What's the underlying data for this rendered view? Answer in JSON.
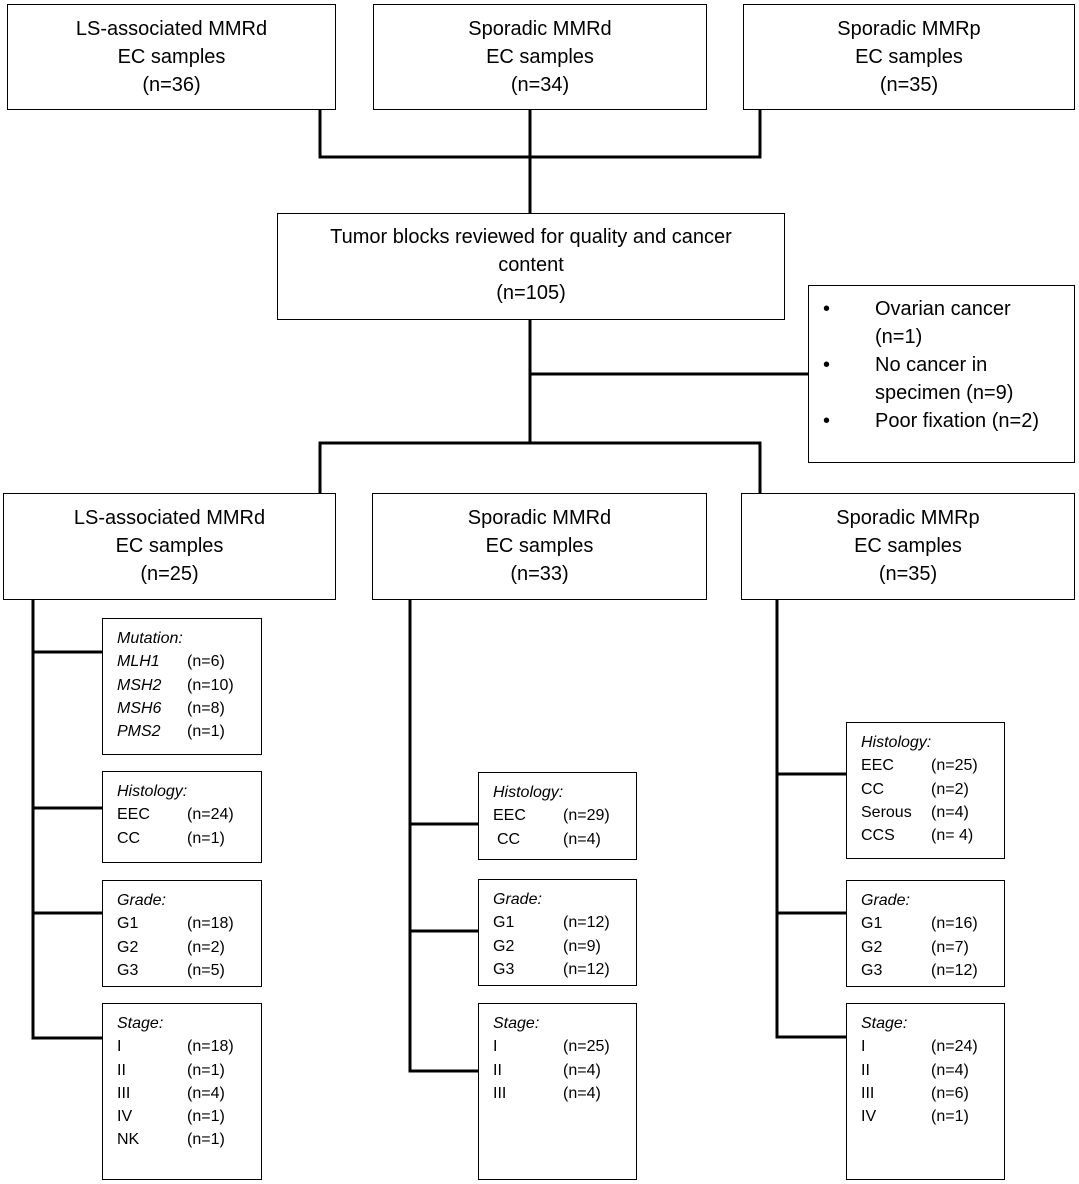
{
  "top": [
    {
      "title": "LS-associated MMRd",
      "sub": "EC samples",
      "n": "(n=36)"
    },
    {
      "title": "Sporadic MMRd",
      "sub": "EC samples",
      "n": "(n=34)"
    },
    {
      "title": "Sporadic MMRp",
      "sub": "EC samples",
      "n": "(n=35)"
    }
  ],
  "review": {
    "line1": "Tumor blocks reviewed for quality and cancer",
    "line2": "content",
    "n": "(n=105)"
  },
  "exclusions": [
    {
      "a": "Ovarian cancer",
      "b": "(n=1)"
    },
    {
      "a": "No cancer in",
      "b": "specimen (n=9)"
    },
    {
      "a": "Poor fixation (n=2)",
      "b": ""
    }
  ],
  "groups": [
    {
      "title": "LS-associated MMRd",
      "sub": "EC samples",
      "n": "(n=25)"
    },
    {
      "title": "Sporadic MMRd",
      "sub": "EC samples",
      "n": "(n=33)"
    },
    {
      "title": "Sporadic MMRp",
      "sub": "EC samples",
      "n": "(n=35)"
    }
  ],
  "ls": {
    "mutation": {
      "header": "Mutation:",
      "rows": [
        {
          "k": "MLH1",
          "v": "(n=6)"
        },
        {
          "k": "MSH2",
          "v": "(n=10)"
        },
        {
          "k": "MSH6",
          "v": "(n=8)"
        },
        {
          "k": "PMS2",
          "v": "(n=1)"
        }
      ]
    },
    "histology": {
      "header": "Histology:",
      "rows": [
        {
          "k": "EEC",
          "v": "(n=24)"
        },
        {
          "k": "CC",
          "v": "(n=1)"
        }
      ]
    },
    "grade": {
      "header": "Grade:",
      "rows": [
        {
          "k": "G1",
          "v": "(n=18)"
        },
        {
          "k": "G2",
          "v": "(n=2)"
        },
        {
          "k": "G3",
          "v": "(n=5)"
        }
      ]
    },
    "stage": {
      "header": "Stage:",
      "rows": [
        {
          "k": "I",
          "v": "(n=18)"
        },
        {
          "k": "II",
          "v": "(n=1)"
        },
        {
          "k": "III",
          "v": "(n=4)"
        },
        {
          "k": "IV",
          "v": "(n=1)"
        },
        {
          "k": "NK",
          "v": "(n=1)"
        }
      ]
    }
  },
  "smmrd": {
    "histology": {
      "header": "Histology:",
      "rows": [
        {
          "k": "EEC",
          "v": "(n=29)"
        },
        {
          "k": " CC",
          "v": "(n=4)"
        }
      ]
    },
    "grade": {
      "header": "Grade:",
      "rows": [
        {
          "k": "G1",
          "v": "(n=12)"
        },
        {
          "k": "G2",
          "v": "(n=9)"
        },
        {
          "k": "G3",
          "v": "(n=12)"
        }
      ]
    },
    "stage": {
      "header": "Stage:",
      "rows": [
        {
          "k": "I",
          "v": "(n=25)"
        },
        {
          "k": "II",
          "v": "(n=4)"
        },
        {
          "k": "III",
          "v": "(n=4)"
        }
      ]
    }
  },
  "smmrp": {
    "histology": {
      "header": "Histology:",
      "rows": [
        {
          "k": "EEC",
          "v": "(n=25)"
        },
        {
          "k": "CC",
          "v": "(n=2)"
        },
        {
          "k": "Serous",
          "v": "(n=4)"
        },
        {
          "k": "CCS",
          "v": "(n= 4)"
        }
      ]
    },
    "grade": {
      "header": "Grade:",
      "rows": [
        {
          "k": "G1",
          "v": "(n=16)"
        },
        {
          "k": "G2",
          "v": "(n=7)"
        },
        {
          "k": "G3",
          "v": "(n=12)"
        }
      ]
    },
    "stage": {
      "header": "Stage:",
      "rows": [
        {
          "k": "I",
          "v": "(n=24)"
        },
        {
          "k": "II",
          "v": "(n=4)"
        },
        {
          "k": "III",
          "v": "(n=6)"
        },
        {
          "k": "IV",
          "v": "(n=1)"
        }
      ]
    }
  }
}
